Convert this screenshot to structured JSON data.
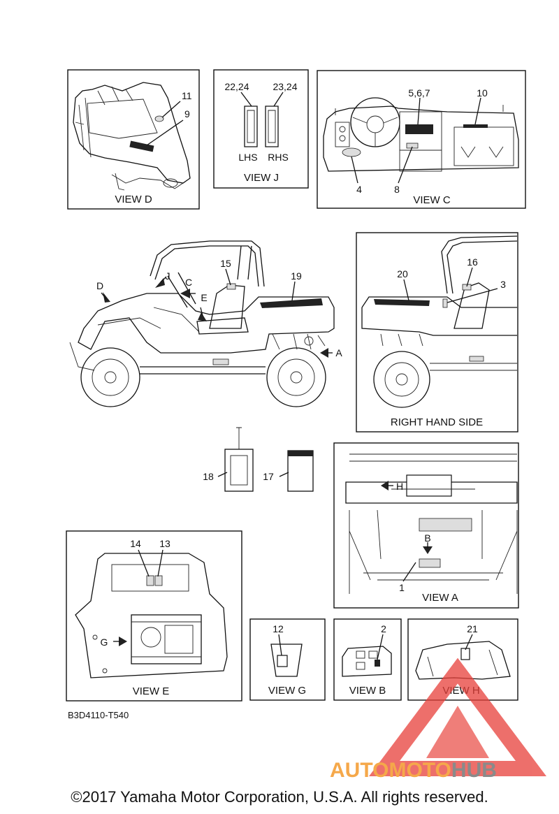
{
  "diagram_code": "B3D4110-T540",
  "copyright": "©2017 Yamaha Motor Corporation, U.S.A. All rights reserved.",
  "watermark": {
    "part1": "AUTOMOTO",
    "part2": "HUB",
    "color1": "#f5a84a",
    "color2": "#8a8a8a",
    "triangle_color": "#e8403a"
  },
  "views": {
    "D": {
      "title": "VIEW D",
      "callouts": [
        "11",
        "9"
      ]
    },
    "J": {
      "title": "VIEW J",
      "callouts": [
        "22,24",
        "23,24"
      ],
      "lhs": "LHS",
      "rhs": "RHS"
    },
    "C": {
      "title": "VIEW C",
      "callouts": [
        "5,6,7",
        "10",
        "4",
        "8"
      ]
    },
    "side_left": {
      "callouts": [
        "15",
        "19"
      ],
      "arrows": [
        "D",
        "J",
        "C",
        "E",
        "A"
      ]
    },
    "right_side": {
      "title": "RIGHT HAND SIDE",
      "callouts": [
        "20",
        "16",
        "3"
      ]
    },
    "loose": {
      "callouts": [
        "18",
        "17"
      ]
    },
    "A": {
      "title": "VIEW A",
      "callouts": [
        "1"
      ],
      "arrows": [
        "H",
        "B"
      ]
    },
    "E": {
      "title": "VIEW E",
      "callouts": [
        "14",
        "13"
      ],
      "arrows": [
        "G"
      ]
    },
    "G": {
      "title": "VIEW G",
      "callouts": [
        "12"
      ]
    },
    "B": {
      "title": "VIEW B",
      "callouts": [
        "2"
      ]
    },
    "H": {
      "title": "VIEW H",
      "callouts": [
        "21"
      ]
    }
  }
}
